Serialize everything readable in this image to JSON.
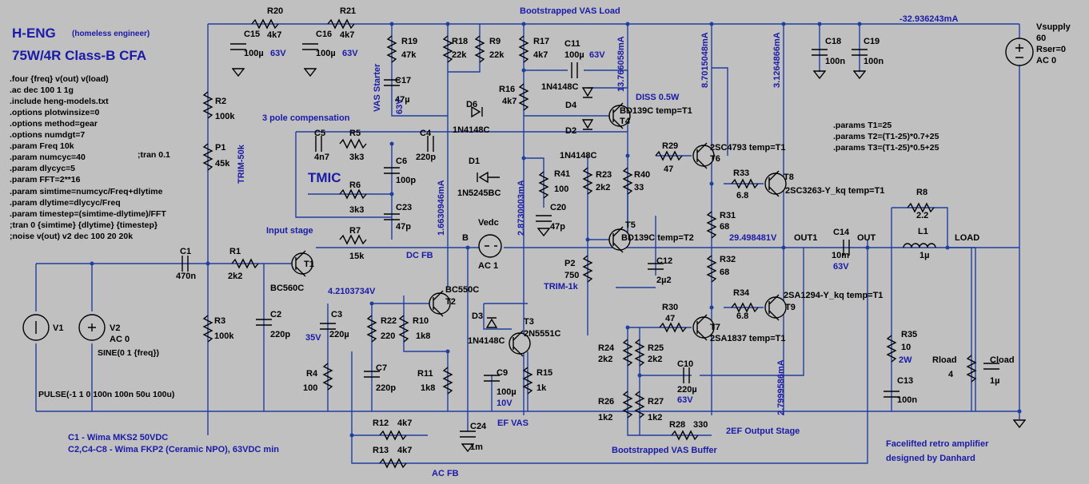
{
  "header": {
    "title": "H-ENG",
    "subtitle": "(homeless engineer)",
    "model": "75W/4R Class-B  CFA"
  },
  "directives": [
    ".four {freq} v(out) v(load)",
    ".ac dec 100 1 1g",
    ".include heng-models.txt",
    ".options plotwinsize=0",
    ".options method=gear",
    ".options numdgt=7",
    ".param Freq 10k",
    ".param numcyc=40",
    ".param dlycyc=5",
    ".param FFT=2**16",
    ".param simtime=numcyc/Freq+dlytime",
    ".param dlytime=dlycyc/Freq",
    ".param timestep=(simtime-dlytime)/FFT",
    ";tran 0 {simtime} {dlytime} {timestep}",
    ";noise v(out) v2 dec 100 20 20k"
  ],
  "tran_note": ";tran 0.1",
  "params": [
    ".params T1=25",
    ".params T2=(T1-25)*0.7+25",
    ".params T3=(T1-25)*0.5+25"
  ],
  "pulse": "PULSE(-1 1 0 100n 100n 50u 100u)",
  "sine": "SINE(0 1 {freq})",
  "notes": {
    "line1": "C1 - Wima MKS2 50VDC",
    "line2": "C2,C4-C8 - Wima FKP2 (Ceramic NPO), 63VDC min",
    "credit1": "Facelifted retro amplifier",
    "credit2": "designed by Danhard"
  },
  "labels": {
    "bootstrapped_vas_load": "Bootstrapped VAS Load",
    "three_pole": "3 pole compensation",
    "tmic": "TMIC",
    "input_stage": "Input stage",
    "dc_fb": "DC FB",
    "ac_fb": "AC FB",
    "ef_vas": "EF VAS",
    "bootstrapped_vas_buffer": "Bootstrapped VAS Buffer",
    "twoef_output": "2EF Output Stage",
    "vas_starter": "VAS Starter",
    "diss": "DISS 0.5W",
    "trim50k": "TRIM-50k",
    "trim1k": "TRIM-1k"
  },
  "measurements": {
    "supply_current": "-32.936243mA",
    "i1": "13.766058mA",
    "i2": "8.7015048mA",
    "i3": "3.1264866mA",
    "i4": "1.6630946mA",
    "i5": "2.8730003mA",
    "i6": "2.7999586mA",
    "v_in": "4.2103734V",
    "v_out": "29.498481V"
  },
  "nets": {
    "b": "B",
    "vedc": "Vedc",
    "out1": "OUT1",
    "out": "OUT",
    "load": "LOAD"
  },
  "parts": {
    "R20": [
      "R20",
      "4k7"
    ],
    "R21": [
      "R21",
      "4k7"
    ],
    "C15": [
      "C15",
      "100µ",
      "63V"
    ],
    "C16": [
      "C16",
      "100µ",
      "63V"
    ],
    "R19": [
      "R19",
      "47k"
    ],
    "C17": [
      "C17",
      "47µ",
      "63V"
    ],
    "R18": [
      "R18",
      "22k"
    ],
    "R9": [
      "R9",
      "22k"
    ],
    "R17": [
      "R17",
      "4k7"
    ],
    "C11": [
      "C11",
      "100µ",
      "63V"
    ],
    "R16": [
      "R16",
      "4k7"
    ],
    "D6": [
      "D6",
      "1N4148C"
    ],
    "D4": [
      "D4",
      "1N4148C"
    ],
    "D2": [
      "D2",
      "1N4148C"
    ],
    "T4": [
      "BD139C temp=T1",
      "T4"
    ],
    "R2": [
      "R2",
      "100k"
    ],
    "P1": [
      "P1",
      "45k"
    ],
    "C5": [
      "C5",
      "4n7"
    ],
    "R5": [
      "R5",
      "3k3"
    ],
    "C4": [
      "C4",
      "220p"
    ],
    "C6": [
      "C6",
      "100p"
    ],
    "R6": [
      "R6",
      "3k3"
    ],
    "C23": [
      "C23",
      "47p"
    ],
    "R7": [
      "R7",
      "15k"
    ],
    "D1": [
      "D1",
      "1N5245BC"
    ],
    "R41": [
      "R41",
      "100"
    ],
    "C20": [
      "C20",
      "47p"
    ],
    "R23": [
      "R23",
      "2k2"
    ],
    "R40": [
      "R40",
      "33"
    ],
    "T5": [
      "T5",
      "BD139C temp=T2"
    ],
    "P2": [
      "P2",
      "750"
    ],
    "C12": [
      "C12",
      "2µ2"
    ],
    "R29": [
      "R29",
      "47"
    ],
    "T6": [
      "2SC4793 temp=T1",
      "T6"
    ],
    "R33": [
      "R33",
      "6.8"
    ],
    "T8": [
      "T8",
      "2SC3263-Y_kq temp=T1"
    ],
    "R31": [
      "R31",
      "68"
    ],
    "R32": [
      "R32",
      "68"
    ],
    "R34": [
      "R34",
      "6.8"
    ],
    "T9": [
      "2SA1294-Y_kq temp=T1",
      "T9"
    ],
    "R30": [
      "R30",
      "47"
    ],
    "T7": [
      "T7",
      "2SA1837 temp=T1"
    ],
    "C18": [
      "C18",
      "100n"
    ],
    "C19": [
      "C19",
      "100n"
    ],
    "Vsupply": [
      "Vsupply",
      "60",
      "Rser=0",
      "AC 0"
    ],
    "C14": [
      "C14",
      "10m",
      "63V"
    ],
    "R8": [
      "R8",
      "2.2"
    ],
    "L1": [
      "L1",
      "1µ"
    ],
    "R35": [
      "R35",
      "10",
      "2W"
    ],
    "C13": [
      "C13",
      "100n"
    ],
    "Rload": [
      "Rload",
      "4"
    ],
    "Cload": [
      "Cload",
      "1µ"
    ],
    "C1": [
      "C1",
      "470n"
    ],
    "R1": [
      "R1",
      "2k2"
    ],
    "T1": [
      "T1",
      "BC560C"
    ],
    "C2": [
      "C2",
      "220p"
    ],
    "R3": [
      "R3",
      "100k"
    ],
    "C3": [
      "C3",
      "220µ",
      "35V"
    ],
    "R4": [
      "R4",
      "100"
    ],
    "R22": [
      "R22",
      "220"
    ],
    "R10": [
      "R10",
      "1k8"
    ],
    "T2": [
      "BC550C",
      "T2"
    ],
    "C7": [
      "C7",
      "220p"
    ],
    "R11": [
      "R11",
      "1k8"
    ],
    "D3": [
      "D3",
      "1N4148C"
    ],
    "T3": [
      "T3",
      "2N5551C"
    ],
    "C9": [
      "C9",
      "100µ",
      "10V"
    ],
    "R15": [
      "R15",
      "1k"
    ],
    "C24": [
      "C24",
      "1m"
    ],
    "R12": [
      "R12",
      "4k7"
    ],
    "R13": [
      "R13",
      "4k7"
    ],
    "R24": [
      "R24",
      "2k2"
    ],
    "R25": [
      "R25",
      "2k2"
    ],
    "C10": [
      "C10",
      "220µ",
      "63V"
    ],
    "R26": [
      "R26",
      "1k2"
    ],
    "R27": [
      "R27",
      "1k2"
    ],
    "R28": [
      "R28",
      "330"
    ],
    "V1": [
      "V1"
    ],
    "V2": [
      "V2",
      "AC 0"
    ],
    "B": [
      "AC 1"
    ]
  }
}
